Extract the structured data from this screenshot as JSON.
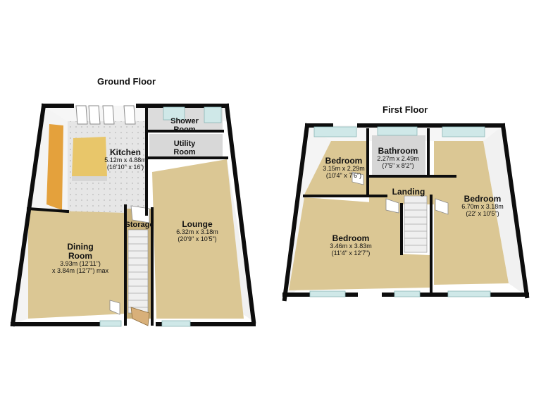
{
  "floors": {
    "ground": {
      "title": "Ground Floor",
      "rooms": {
        "kitchen": {
          "name": "Kitchen",
          "dim1": "5.12m x 4.88m",
          "dim2": "(16'10\" x 16')"
        },
        "shower": {
          "name": "Shower Room"
        },
        "utility": {
          "name": "Utility Room"
        },
        "storage": {
          "name": "Storage"
        },
        "lounge": {
          "name": "Lounge",
          "dim1": "6.32m x 3.18m",
          "dim2": "(20'9\" x 10'5\")"
        },
        "dining": {
          "name": "Dining Room",
          "dim1": "3.93m (12'11\")",
          "dim2": "x 3.84m (12'7\") max"
        }
      }
    },
    "first": {
      "title": "First Floor",
      "rooms": {
        "bedroom_small": {
          "name": "Bedroom",
          "dim1": "3.15m x 2.29m",
          "dim2": "(10'4\" x 7'6\")"
        },
        "bathroom": {
          "name": "Bathroom",
          "dim1": "2.27m x 2.49m",
          "dim2": "(7'5\" x 8'2\")"
        },
        "landing": {
          "name": "Landing"
        },
        "bedroom_right": {
          "name": "Bedroom",
          "dim1": "6.70m x 3.18m",
          "dim2": "(22' x 10'5\")"
        },
        "bedroom_main": {
          "name": "Bedroom",
          "dim1": "3.46m x 3.83m",
          "dim2": "(11'4\" x 12'7\")"
        }
      }
    }
  },
  "colors": {
    "wall": "#0d0d0d",
    "wall_face": "#f4f4f4",
    "carpet": "#dbc794",
    "kitchen_floor": "#e6e6e6",
    "worktop": "#e8c66a",
    "cabinets": "#e4a13c",
    "window": "#cfe8e8"
  }
}
